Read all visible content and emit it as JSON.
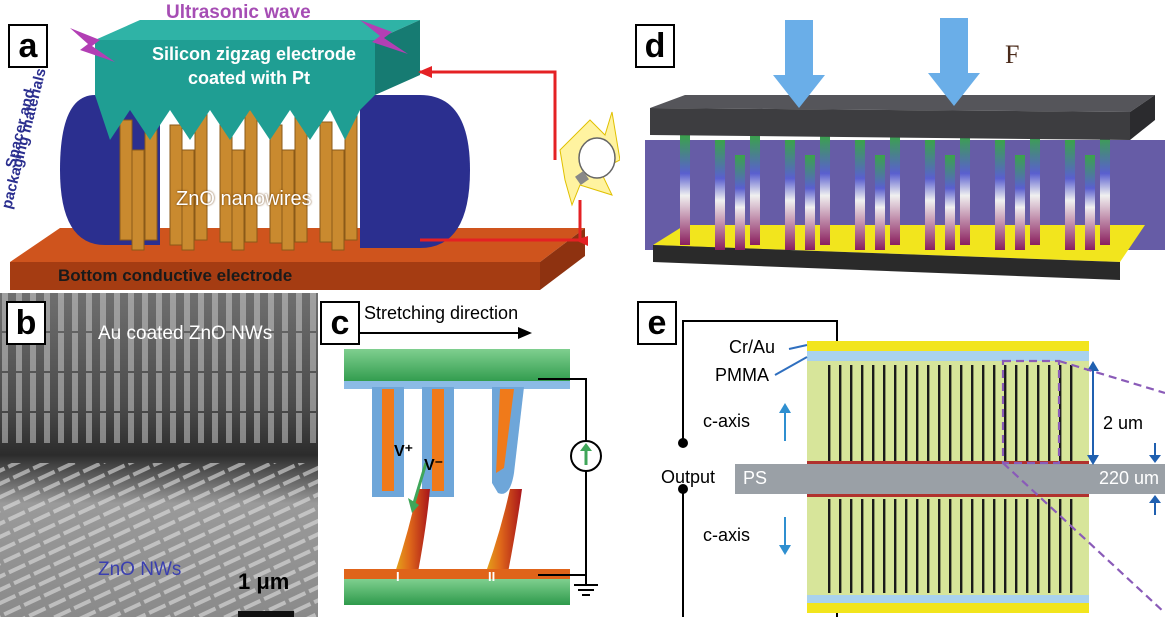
{
  "panels": {
    "a": {
      "letter": "a",
      "ultrasonic": "Ultrasonic wave",
      "top_electrode_line1": "Silicon zigzag electrode",
      "top_electrode_line2": "coated with Pt",
      "spacer_line1": "Spacer and",
      "spacer_line2": "packaging materials",
      "nanowires": "ZnO nanowires",
      "bottom_electrode": "Bottom conductive electrode"
    },
    "b": {
      "letter": "b",
      "top_label": "Au coated ZnO NWs",
      "bottom_label": "ZnO NWs",
      "scale": "1 μm"
    },
    "c": {
      "letter": "c",
      "direction": "Stretching direction",
      "v_plus": "V⁺",
      "v_minus": "V⁻",
      "wire1": "I",
      "wire2": "II"
    },
    "d": {
      "letter": "d",
      "force": "F"
    },
    "e": {
      "letter": "e",
      "cr_au": "Cr/Au",
      "pmma": "PMMA",
      "c_axis_top": "c-axis",
      "c_axis_bottom": "c-axis",
      "output": "Output",
      "ps": "PS",
      "thickness_nw": "2 um",
      "thickness_ps": "220 um"
    }
  },
  "colors": {
    "teal_electrode": "#1f9e93",
    "navy_spacer": "#2b2f8f",
    "orange_base": "#d2521a",
    "nanowire": "#c98a2f",
    "purple_text": "#a64db4",
    "plate_dark": "#3d3d40",
    "yellow": "#f2e51d",
    "lime_fill": "#d7e59a",
    "light_blue": "#8fc5e6",
    "gray_ps": "#9aa0a6",
    "arrow_blue": "#2f6fbf",
    "green_bar": "#3fa659"
  }
}
